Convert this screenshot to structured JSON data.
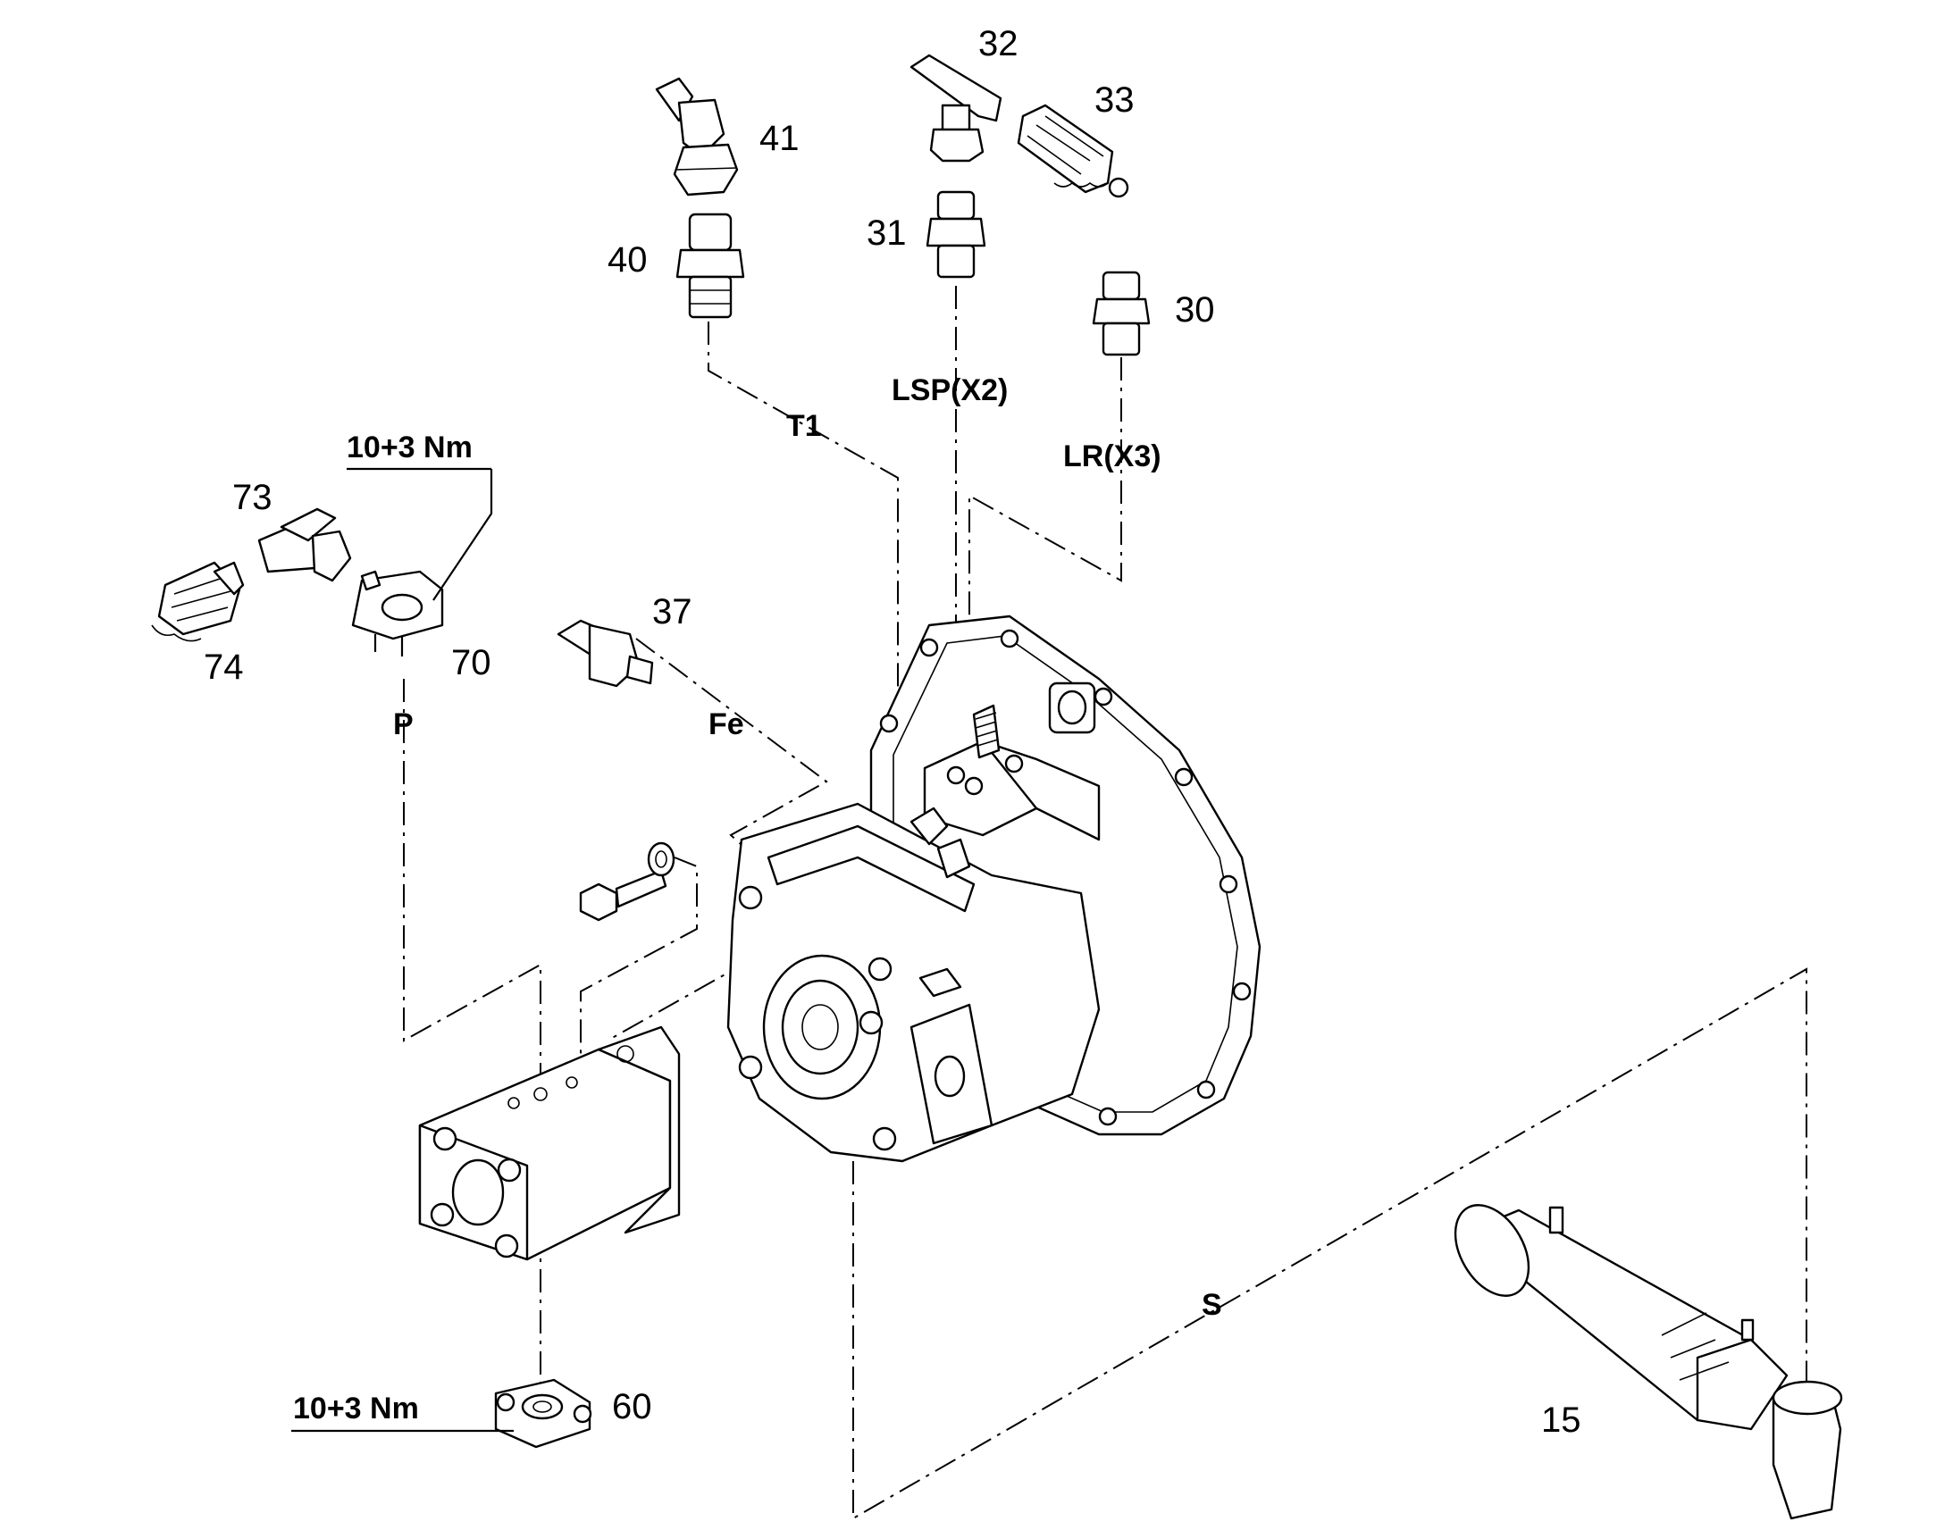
{
  "callouts": {
    "p32": "32",
    "p33": "33",
    "p41": "41",
    "p31": "31",
    "p40": "40",
    "p30": "30",
    "p73": "73",
    "p74": "74",
    "p70": "70",
    "p37": "37",
    "p60": "60",
    "p15": "15"
  },
  "port_labels": {
    "t1": "T1",
    "lsp": "LSP(X2)",
    "lr": "LR(X3)",
    "fe": "Fe",
    "p": "P",
    "s": "S"
  },
  "torque": {
    "upper": "10+3 Nm",
    "lower": "10+3 Nm"
  }
}
